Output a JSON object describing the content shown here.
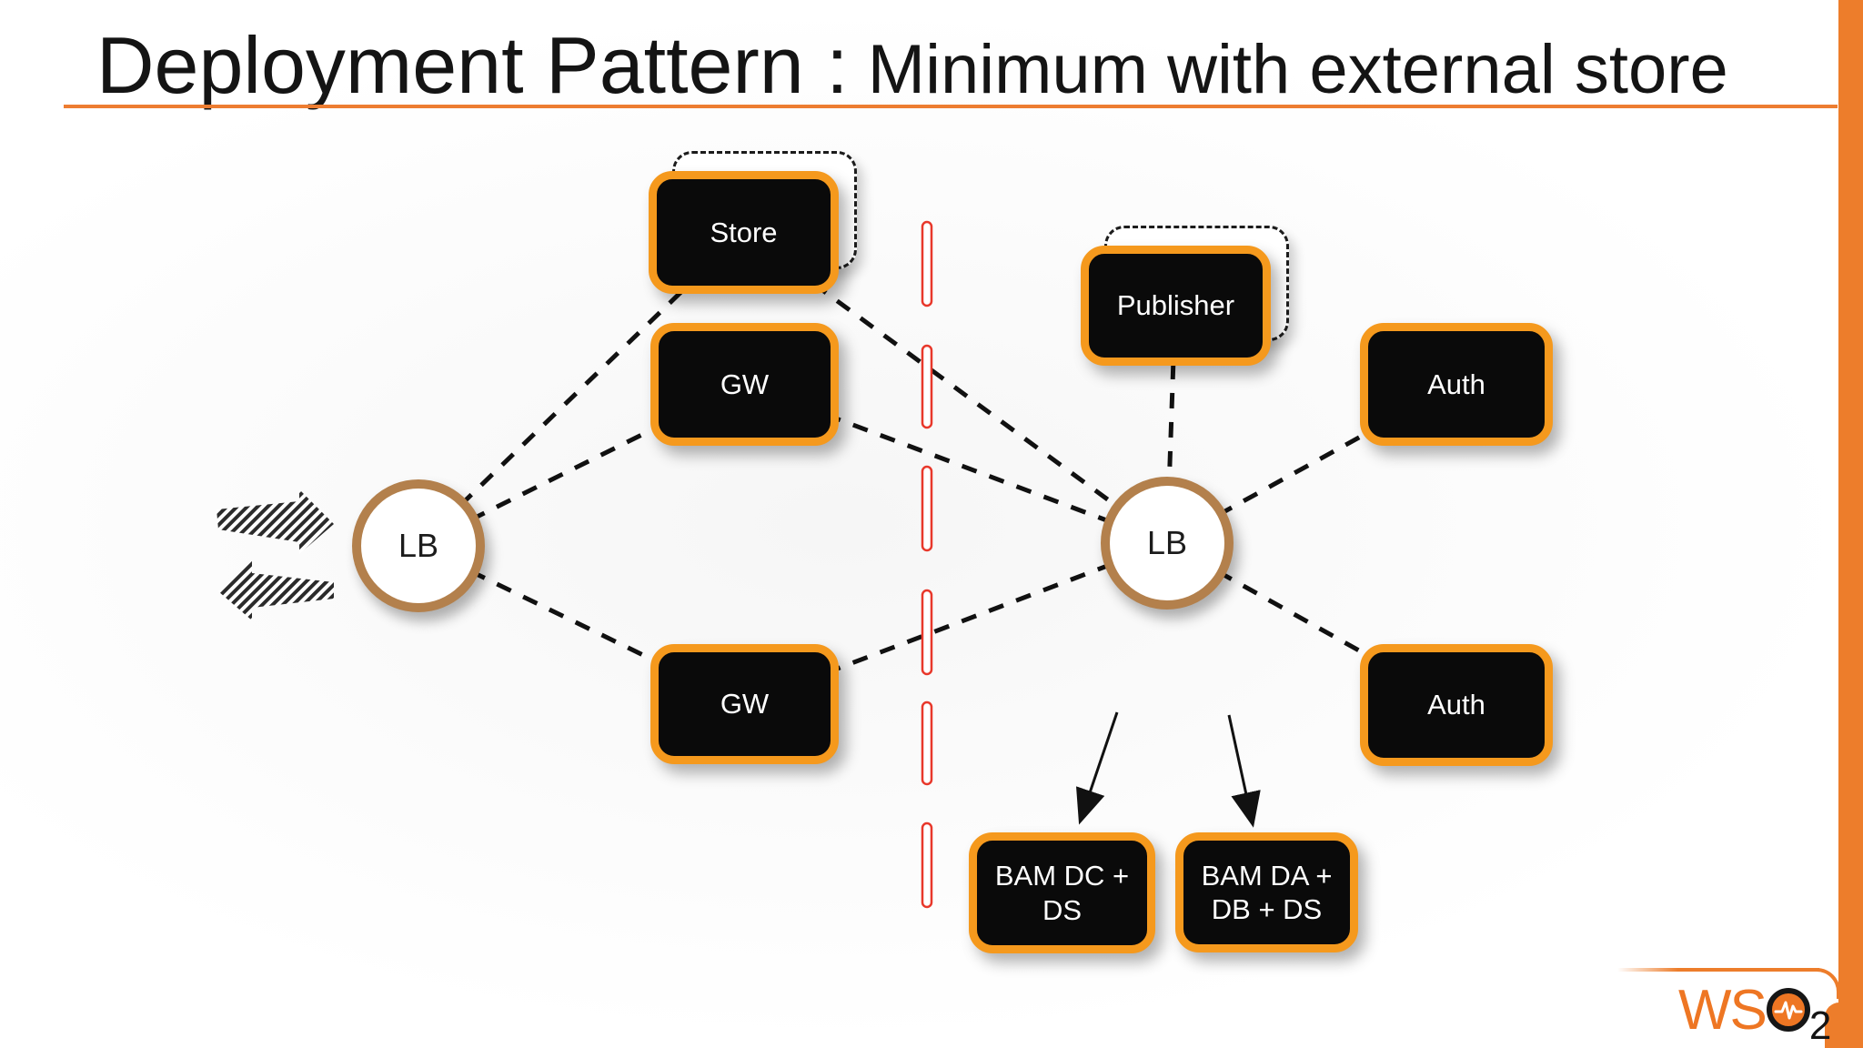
{
  "slide": {
    "title_main": "Deployment Pattern :",
    "title_sub": " Minimum with external store"
  },
  "nodes": {
    "lb_left": {
      "label": "LB"
    },
    "lb_right": {
      "label": "LB"
    },
    "store": {
      "label": "Store"
    },
    "gw_top": {
      "label": "GW"
    },
    "gw_bottom": {
      "label": "GW"
    },
    "publisher": {
      "label": "Publisher"
    },
    "auth_top": {
      "label": "Auth"
    },
    "auth_bottom": {
      "label": "Auth"
    },
    "bam_dc": {
      "line1": "BAM DC +",
      "line2": "DS"
    },
    "bam_da": {
      "line1": "BAM DA +",
      "line2": "DB + DS"
    }
  },
  "logo": {
    "ws": "WS",
    "sub": "2"
  },
  "colors": {
    "node_border_orange": "#F5991D",
    "frame_orange": "#ED7D2B",
    "underline_orange": "#ED7D31",
    "node_fill_black": "#0A0A0A",
    "lb_border_tan": "#B3804C",
    "divider_red": "#E8382B",
    "connection_black": "#111111",
    "logo_orange": "#EE7623"
  }
}
